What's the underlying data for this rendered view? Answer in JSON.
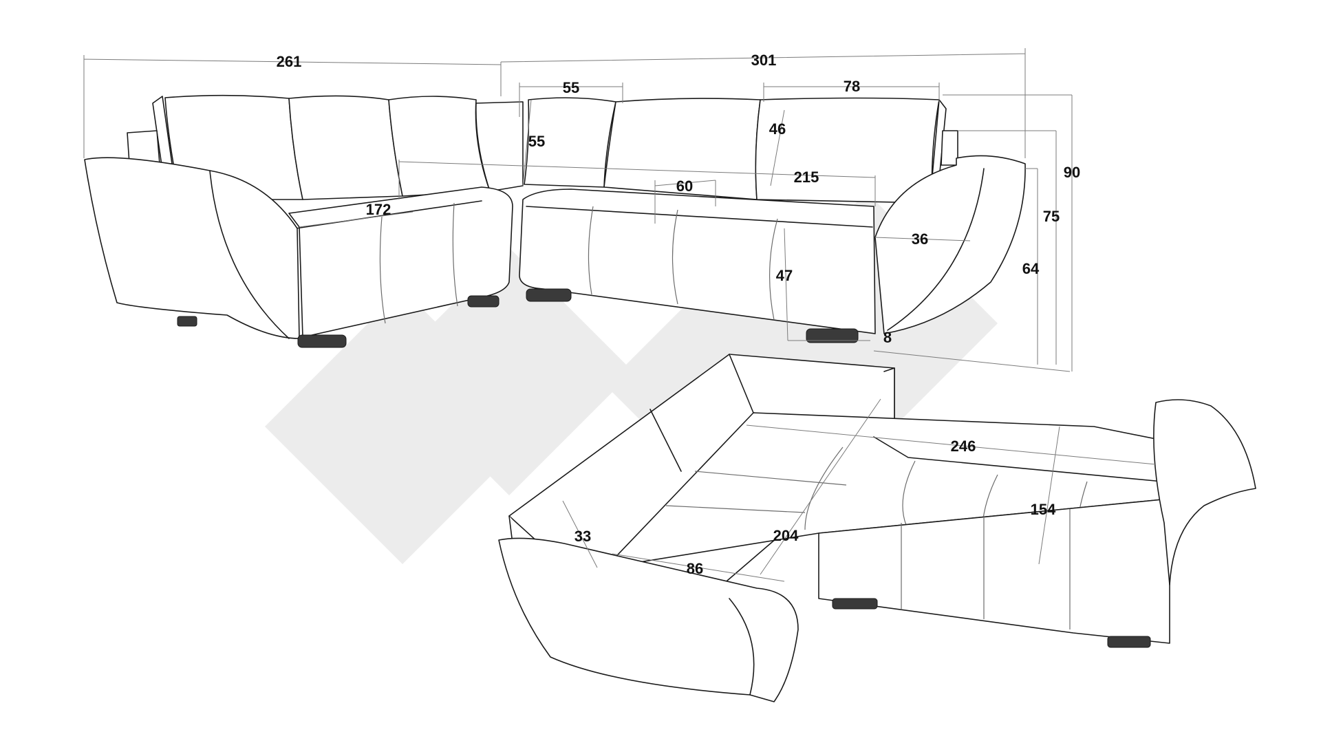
{
  "colors": {
    "line": "#1a1a1a",
    "dimension_line": "#7a7a7a",
    "watermark": "#ececec",
    "background": "#ffffff"
  },
  "labels": {
    "w261": "261",
    "w301": "301",
    "w55a": "55",
    "w78": "78",
    "h55": "55",
    "h46": "46",
    "d215": "215",
    "d60": "60",
    "d172": "172",
    "d36": "36",
    "h47": "47",
    "h8": "8",
    "h90": "90",
    "h75": "75",
    "h64": "64",
    "bed246": "246",
    "bed154": "154",
    "bed204": "204",
    "bed86": "86",
    "bed33": "33"
  }
}
